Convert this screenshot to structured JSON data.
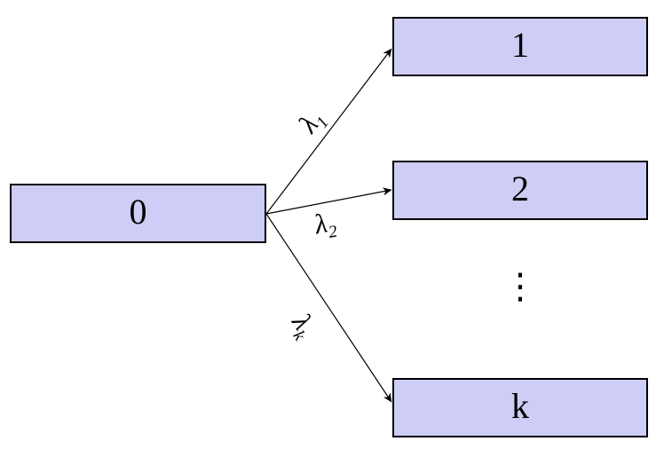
{
  "diagram": {
    "type": "state-transition-diagram",
    "background_color": "#ffffff",
    "node_fill_color": "#cdcdf6",
    "node_border_color": "#000000",
    "arrow_color": "#000000",
    "nodes": [
      {
        "id": "0",
        "label": "0"
      },
      {
        "id": "1",
        "label": "1"
      },
      {
        "id": "2",
        "label": "2"
      },
      {
        "id": "k",
        "label": "k"
      }
    ],
    "edges": [
      {
        "from": "0",
        "to": "1",
        "label_base": "λ",
        "label_sub": "1"
      },
      {
        "from": "0",
        "to": "2",
        "label_base": "λ",
        "label_sub": "2"
      },
      {
        "from": "0",
        "to": "k",
        "label_base": "λ",
        "label_sub": "k"
      }
    ],
    "ellipsis": "⋮"
  }
}
